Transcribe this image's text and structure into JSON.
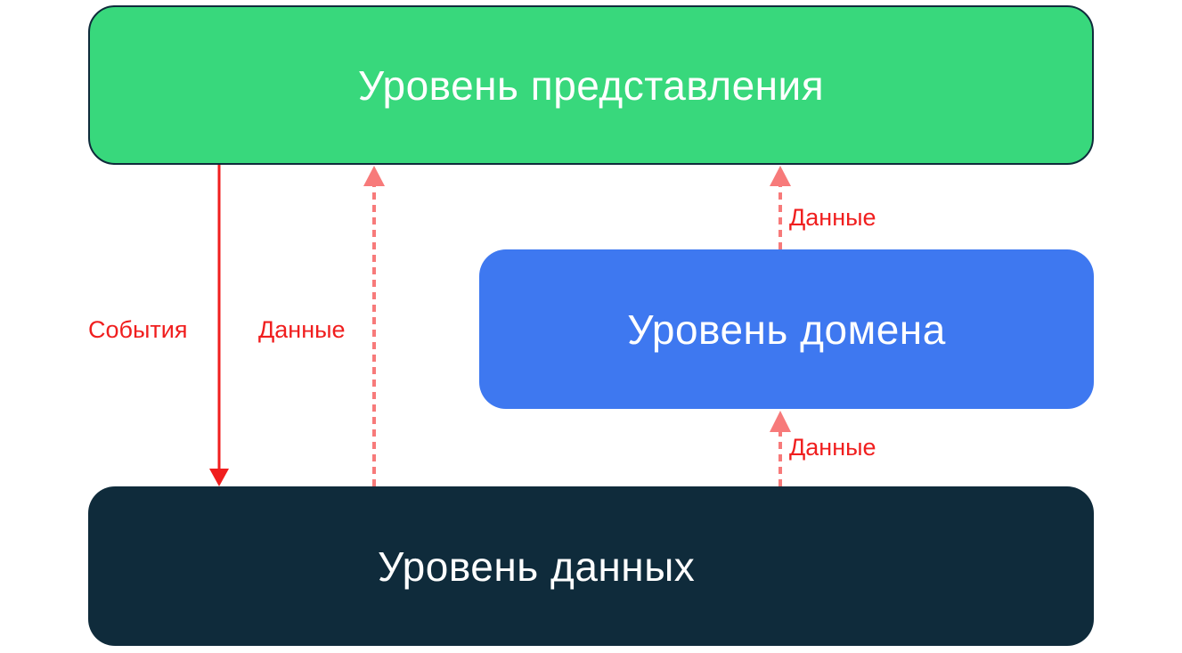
{
  "diagram": {
    "layers": {
      "presentation": "Уровень представления",
      "domain": "Уровень домена",
      "data": "Уровень данных"
    },
    "edges": [
      {
        "from": "presentation",
        "to": "data",
        "label": "События",
        "style": "solid"
      },
      {
        "from": "data",
        "to": "presentation",
        "label": "Данные",
        "style": "dashed"
      },
      {
        "from": "domain",
        "to": "presentation",
        "label": "Данные",
        "style": "dashed"
      },
      {
        "from": "data",
        "to": "domain",
        "label": "Данные",
        "style": "dashed"
      }
    ]
  },
  "colors": {
    "presentation": "#38d87c",
    "domain": "#3e78f0",
    "data": "#0f2b3b",
    "events_arrow": "#f01e1e",
    "data_arrow": "#f77a7a"
  }
}
